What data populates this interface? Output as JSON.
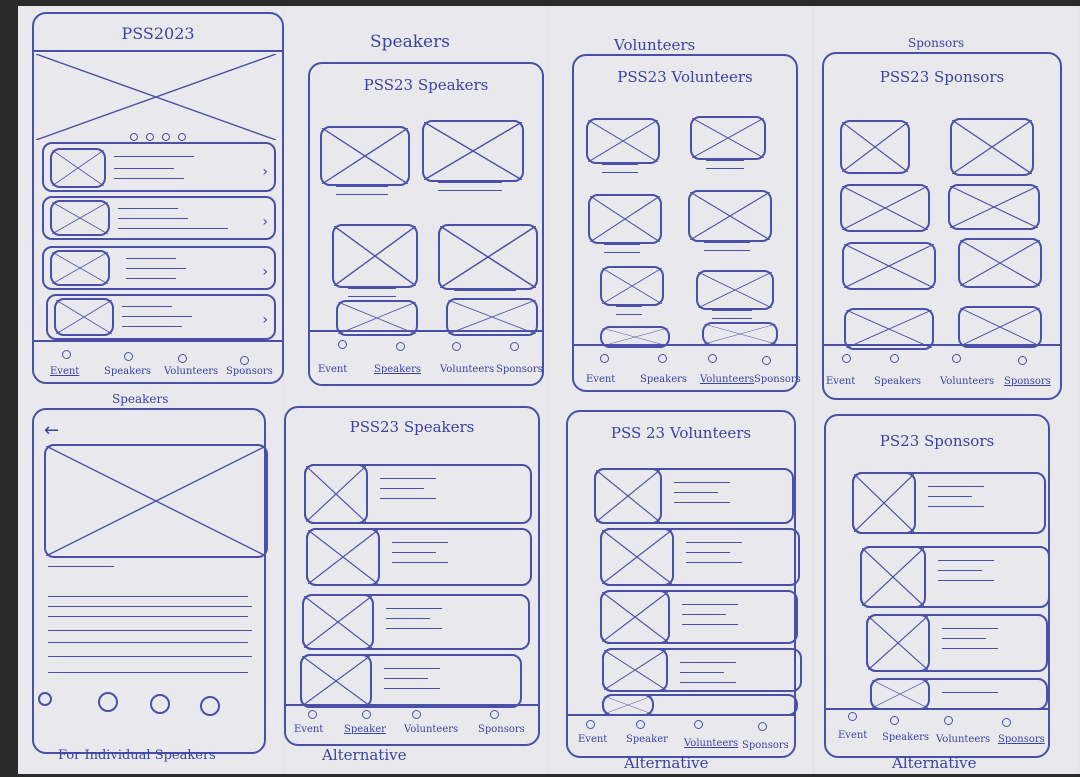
{
  "sheet": {
    "top_labels": {
      "speakers": "Speakers",
      "volunteers": "Volunteers",
      "sponsors": "Sponsors"
    },
    "bottom_labels": {
      "individual": "For Individual Speakers",
      "alt1": "Alternative",
      "alt2": "Alternative",
      "alt3": "Alternative"
    },
    "detail_label": "Speakers"
  },
  "screens": {
    "home": {
      "title": "PSS2023"
    },
    "speakers_grid": {
      "title": "PSS23 Speakers"
    },
    "volunteers_grid": {
      "title": "PSS23 Volunteers"
    },
    "sponsors_grid": {
      "title": "PSS23 Sponsors"
    },
    "speakers_list": {
      "title": "PSS23 Speakers"
    },
    "volunteers_list": {
      "title": "PSS 23 Volunteers"
    },
    "sponsors_list": {
      "title": "PS23 Sponsors"
    }
  },
  "nav": {
    "event": "Event",
    "speakers": "Speakers",
    "speaker": "Speaker",
    "volunteers": "Volunteers",
    "sponsors": "Sponsors"
  },
  "icons": {
    "back": "left-arrow-icon",
    "chevron": "chevron-right-icon",
    "placeholder": "image-placeholder-icon"
  },
  "colors": {
    "ink": "#3b42a0",
    "paper": "#e9e9ed"
  }
}
